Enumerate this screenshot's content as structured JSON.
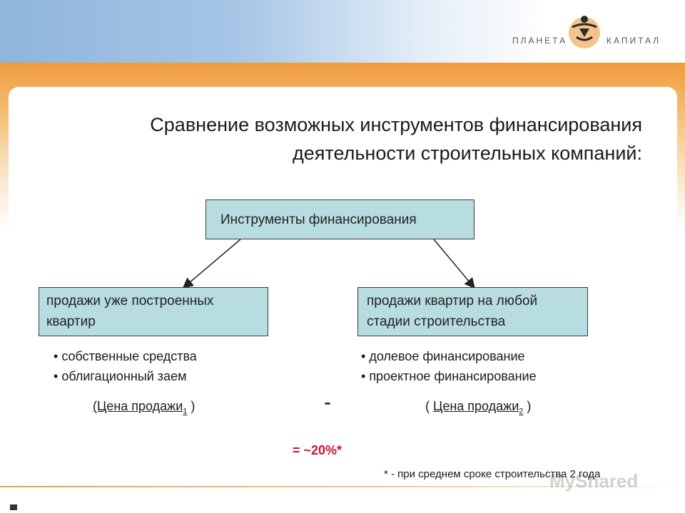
{
  "logo": {
    "left_text": "ПЛАНЕТА",
    "right_text": "КАПИТАЛ"
  },
  "title": {
    "line1": "Сравнение возможных инструментов финансирования",
    "line2": "деятельности строительных компаний:"
  },
  "diagram": {
    "root": "Инструменты финансирования",
    "left_box": {
      "line1": "продажи уже построенных",
      "line2": "квартир"
    },
    "right_box": {
      "line1": "продажи квартир на любой",
      "line2": "стадии строительства"
    },
    "left_bullets": [
      "собственные средства",
      "облигационный заем"
    ],
    "right_bullets": [
      "долевое финансирование",
      "проектное финансирование"
    ]
  },
  "formula": {
    "left_open": "(Цена продажи",
    "left_sub": "1",
    "left_close": " )",
    "minus": "-",
    "right_open": "( ",
    "right_text": "Цена продажи",
    "right_sub": "2",
    "right_close": " )",
    "result": "= ~20%*"
  },
  "footnote": "* - при среднем сроке строительства 2 года",
  "watermark": "MyShared"
}
